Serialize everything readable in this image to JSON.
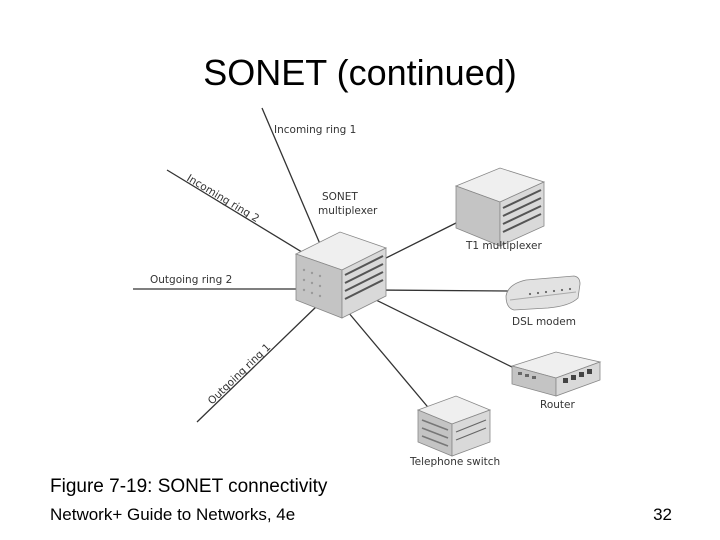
{
  "slide": {
    "title": "SONET (continued)",
    "caption": "Figure 7-19: SONET connectivity",
    "footer": "Network+ Guide to Networks, 4e",
    "page_number": "32"
  },
  "diagram": {
    "rings": {
      "incoming_1": "Incoming ring 1",
      "incoming_2": "Incoming ring 2",
      "outgoing_2": "Outgoing ring 2",
      "outgoing_1": "Outgoing ring 1"
    },
    "devices": {
      "sonet_multiplexer_line1": "SONET",
      "sonet_multiplexer_line2": "multiplexer",
      "t1_multiplexer": "T1 multiplexer",
      "dsl_modem": "DSL modem",
      "router": "Router",
      "telephone_switch": "Telephone switch"
    }
  },
  "colors": {
    "line": "#333333",
    "device_body": "#d8d8d8",
    "device_shadow": "#9a9a9a",
    "device_light": "#f0f0f0",
    "port": "#555555"
  }
}
